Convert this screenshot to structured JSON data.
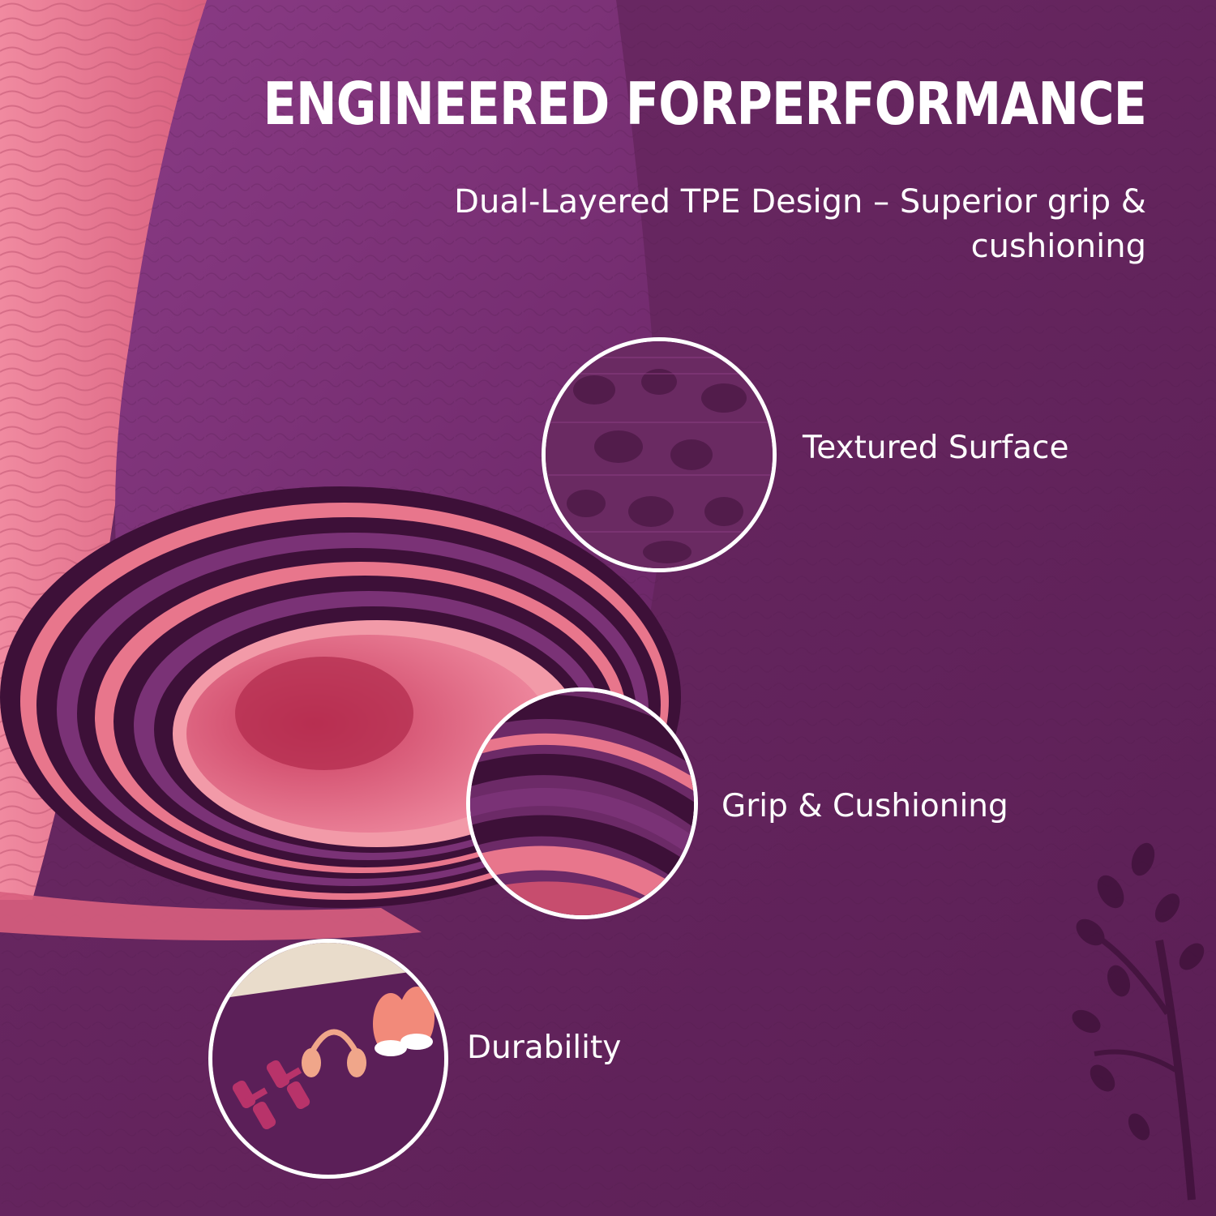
{
  "banner": {
    "headline": "ENGINEERED FORPERFORMANCE",
    "subheadline": "Dual-Layered TPE Design – Superior grip & cushioning"
  },
  "features": [
    {
      "label": "Textured Surface",
      "icon": "textured-surface-closeup"
    },
    {
      "label": "Grip & Cushioning",
      "icon": "layered-mat-edge-closeup"
    },
    {
      "label": "Durability",
      "icon": "dumbbells-headphones-sneakers-on-mat"
    }
  ],
  "colors": {
    "mat_purple": "#6b2a68",
    "mat_purple_dark": "#3d1038",
    "mat_pink": "#e8768c",
    "mat_pink_light": "#f29aa8",
    "text": "#ffffff"
  }
}
